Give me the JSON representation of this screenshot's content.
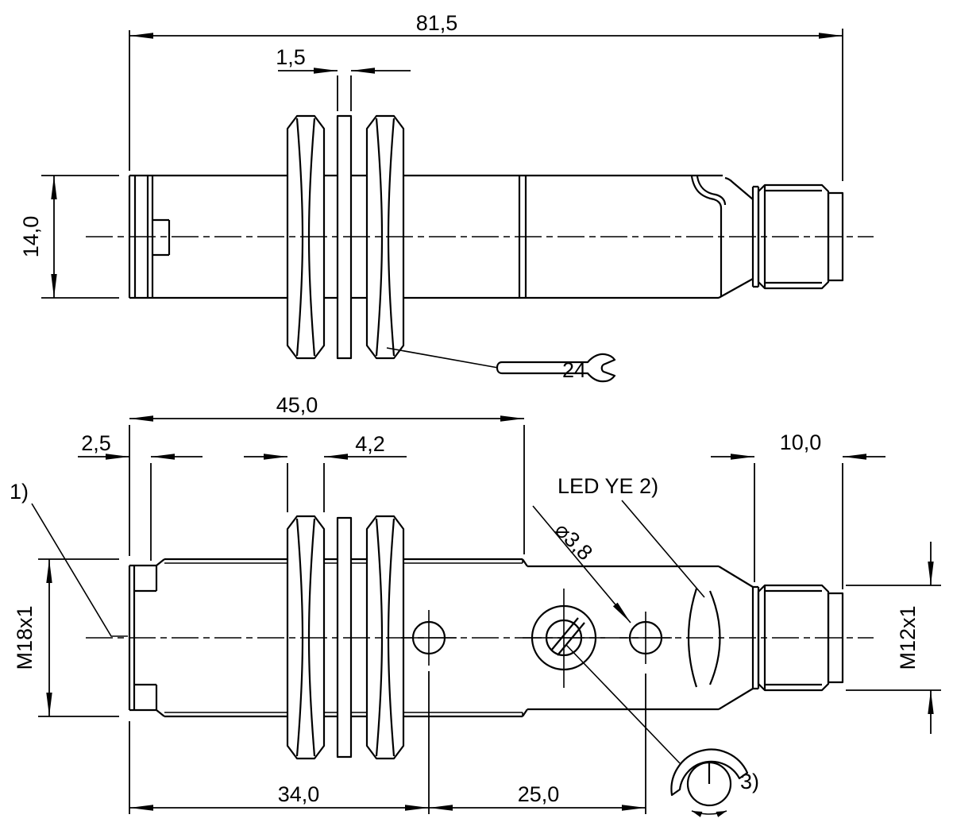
{
  "drawing": {
    "background_color": "#ffffff",
    "line_color": "#000000",
    "top_view": {
      "total_length": "81,5",
      "washer_thickness": "1,5",
      "body_height": "14,0",
      "wrench_size": "24"
    },
    "bottom_view": {
      "thread_length": "45,0",
      "cap_length": "2,5",
      "nut_thickness": "4,2",
      "connector_length": "10,0",
      "distance_front_to_hole": "34,0",
      "distance_hole_to_led": "25,0",
      "front_thread": "M18x1",
      "connector_thread": "M12x1",
      "led_label": "LED YE 2)",
      "led_hole_diameter": "⌀3,8",
      "footnote_1": "1)",
      "footnote_3": "3)"
    }
  }
}
